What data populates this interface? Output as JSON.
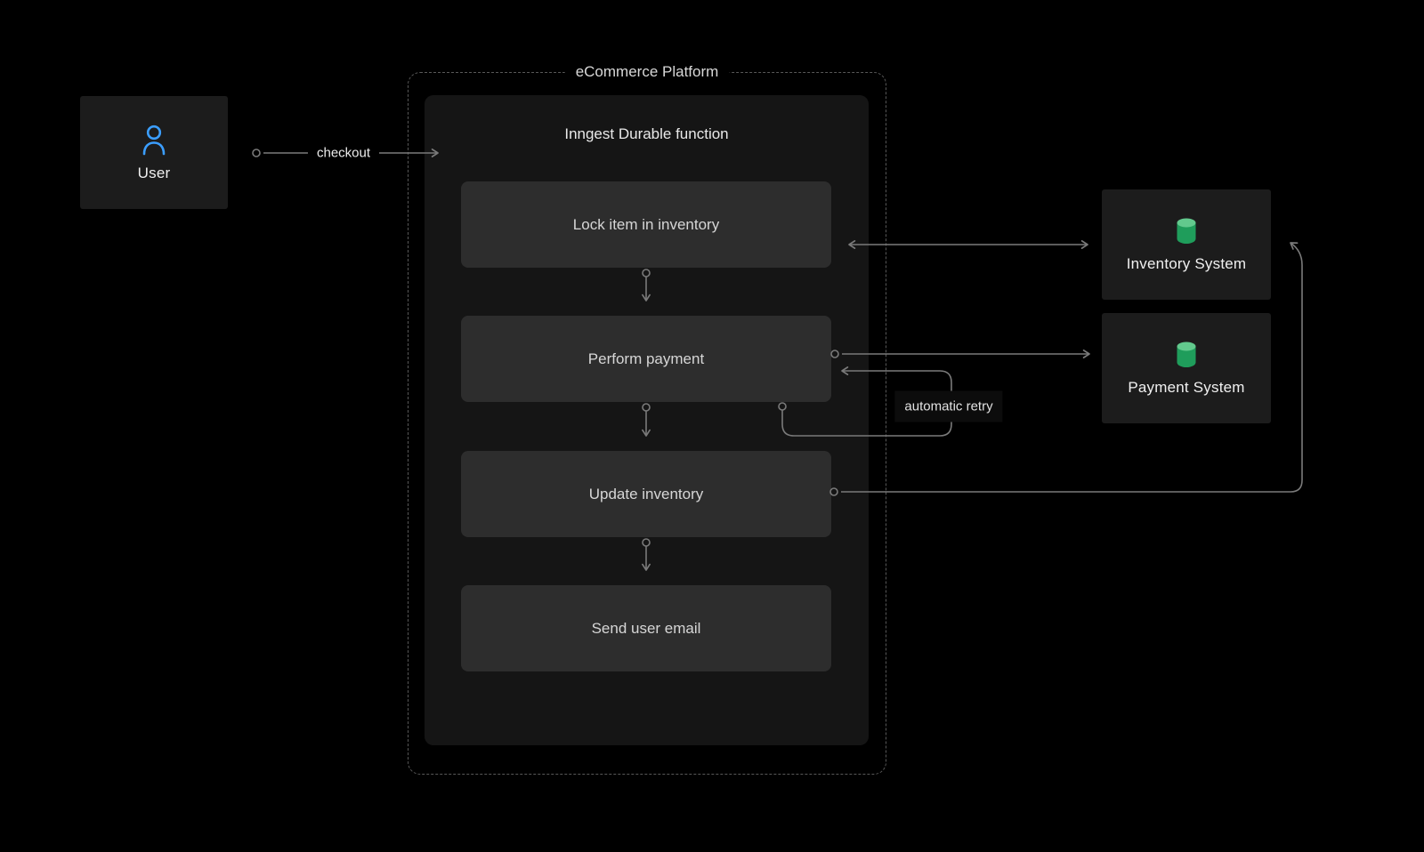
{
  "diagram": {
    "user": {
      "label": "User",
      "icon": "user-icon"
    },
    "platform": {
      "label": "eCommerce Platform",
      "function": {
        "title": "Inngest Durable function",
        "steps": [
          {
            "label": "Lock item in inventory"
          },
          {
            "label": "Perform payment"
          },
          {
            "label": "Update inventory"
          },
          {
            "label": "Send user email"
          }
        ]
      }
    },
    "systems": [
      {
        "label": "Inventory System",
        "icon": "database-icon"
      },
      {
        "label": "Payment System",
        "icon": "database-icon"
      }
    ],
    "edges": [
      {
        "from": "User",
        "to": "eCommerce Platform",
        "label": "checkout"
      },
      {
        "from": "Lock item in inventory",
        "to": "Inventory System",
        "direction": "bidirectional"
      },
      {
        "from": "Perform payment",
        "to": "Payment System"
      },
      {
        "from": "Payment System",
        "to": "Perform payment",
        "label": "automatic retry",
        "direction": "retry-loop"
      },
      {
        "from": "Update inventory",
        "to": "Inventory System"
      },
      {
        "from": "Lock item in inventory",
        "to": "Perform payment"
      },
      {
        "from": "Perform payment",
        "to": "Update inventory"
      },
      {
        "from": "Update inventory",
        "to": "Send user email"
      }
    ],
    "colors": {
      "background": "#000000",
      "node_bg": "#1c1c1c",
      "panel_bg": "#151515",
      "step_bg": "#2d2d2d",
      "arrow": "#7a7a7a",
      "dashed_border": "#585858",
      "text": "#e6e6e6",
      "user_icon": "#3b9eff",
      "database_top": "#62c98d",
      "database_body": "#1f9d5b"
    }
  }
}
